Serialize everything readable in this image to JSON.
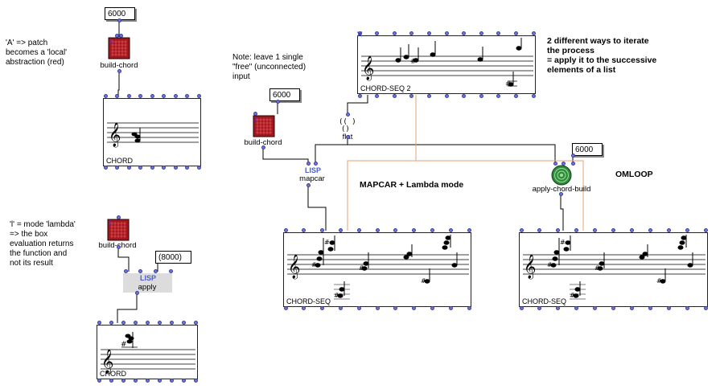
{
  "comments": {
    "patch_abstraction": "'A' => patch\nbecomes a 'local'\nabstraction (red)",
    "lambda_mode": "'l' = mode 'lambda'\n=> the box\nevaluation returns\nthe function and\nnot its result",
    "free_input": "Note: leave 1 single\n\"free\" (unconnected)\ninput",
    "iterate_ways": "2 different ways to iterate\nthe process\n= apply it to the successive\nelements of a list",
    "mapcar_mode": "MAPCAR + Lambda mode",
    "omloop": "OMLOOP"
  },
  "number_boxes": {
    "top_left": "6000",
    "middle": "6000",
    "right": "6000",
    "apply_arg": "(8000)"
  },
  "boxes": {
    "build_chord_1": "build-chord",
    "build_chord_2": "build-chord",
    "build_chord_3": "build-chord",
    "lisp_tag": "LISP",
    "mapcar": "mapcar",
    "apply": "apply",
    "flat": "flat",
    "apply_chord_build": "apply-chord-build"
  },
  "editors": {
    "chord_top": "CHORD",
    "chord_bottom": "CHORD",
    "chord_seq_2": "CHORD-SEQ 2",
    "chord_seq_left": "CHORD-SEQ",
    "chord_seq_right": "CHORD-SEQ"
  },
  "colors": {
    "wire": "#000000",
    "lambda_wire": "#e8a070",
    "inlet": "#6f74dc",
    "abstraction_red": "#a01820",
    "lisp_blue": "#4a5bd0",
    "omloop_green": "#2f8a3a"
  }
}
